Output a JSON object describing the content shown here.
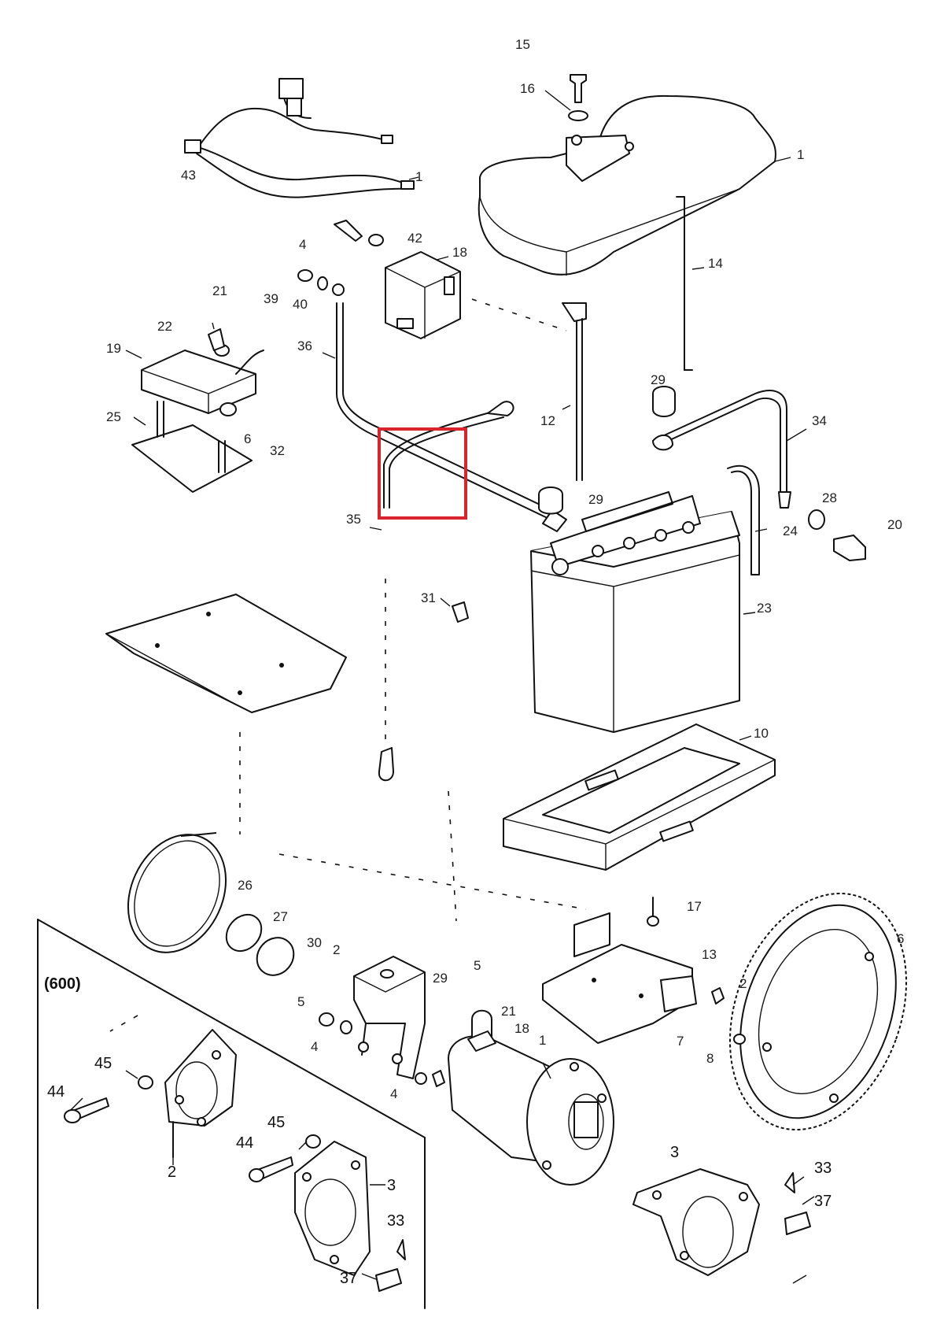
{
  "diagram": {
    "inset_label": "(600)",
    "highlight_color": "#d9232e",
    "callouts": [
      {
        "id": "c15",
        "text": "15"
      },
      {
        "id": "c16",
        "text": "16"
      },
      {
        "id": "c1a",
        "text": "1"
      },
      {
        "id": "c43",
        "text": "43"
      },
      {
        "id": "c1b",
        "text": "1"
      },
      {
        "id": "c4a",
        "text": "4"
      },
      {
        "id": "c42",
        "text": "42"
      },
      {
        "id": "c18a",
        "text": "18"
      },
      {
        "id": "c14",
        "text": "14"
      },
      {
        "id": "c21a",
        "text": "21"
      },
      {
        "id": "c39",
        "text": "39"
      },
      {
        "id": "c40",
        "text": "40"
      },
      {
        "id": "c22",
        "text": "22"
      },
      {
        "id": "c19",
        "text": "19"
      },
      {
        "id": "c36",
        "text": "36"
      },
      {
        "id": "c29a",
        "text": "29"
      },
      {
        "id": "c25a",
        "text": "25"
      },
      {
        "id": "c6a",
        "text": "6"
      },
      {
        "id": "c32",
        "text": "32"
      },
      {
        "id": "c12",
        "text": "12"
      },
      {
        "id": "c34",
        "text": "34"
      },
      {
        "id": "c29b",
        "text": "29"
      },
      {
        "id": "c28",
        "text": "28"
      },
      {
        "id": "c20",
        "text": "20"
      },
      {
        "id": "c35",
        "text": "35"
      },
      {
        "id": "c24",
        "text": "24"
      },
      {
        "id": "c31",
        "text": "31"
      },
      {
        "id": "c23",
        "text": "23"
      },
      {
        "id": "c10",
        "text": "10"
      },
      {
        "id": "c26",
        "text": "26"
      },
      {
        "id": "c27",
        "text": "27"
      },
      {
        "id": "c17",
        "text": "17"
      },
      {
        "id": "c30",
        "text": "30"
      },
      {
        "id": "c2a",
        "text": "2"
      },
      {
        "id": "c13",
        "text": "13"
      },
      {
        "id": "c6b",
        "text": "6"
      },
      {
        "id": "c5a",
        "text": "5"
      },
      {
        "id": "c29c",
        "text": "29"
      },
      {
        "id": "c5b",
        "text": "5"
      },
      {
        "id": "c21b",
        "text": "21"
      },
      {
        "id": "c18b",
        "text": "18"
      },
      {
        "id": "c1c",
        "text": "1"
      },
      {
        "id": "c2b",
        "text": "2"
      },
      {
        "id": "c4b",
        "text": "4"
      },
      {
        "id": "c7",
        "text": "7"
      },
      {
        "id": "c8",
        "text": "8"
      },
      {
        "id": "c4c",
        "text": "4"
      },
      {
        "id": "c45a",
        "text": "45"
      },
      {
        "id": "c44a",
        "text": "44"
      },
      {
        "id": "c2c",
        "text": "2"
      },
      {
        "id": "c45b",
        "text": "45"
      },
      {
        "id": "c44b",
        "text": "44"
      },
      {
        "id": "c3a",
        "text": "3"
      },
      {
        "id": "c3b",
        "text": "3"
      },
      {
        "id": "c33a",
        "text": "33"
      },
      {
        "id": "c37a",
        "text": "37"
      },
      {
        "id": "c33b",
        "text": "33"
      },
      {
        "id": "c37b",
        "text": "37"
      }
    ]
  }
}
